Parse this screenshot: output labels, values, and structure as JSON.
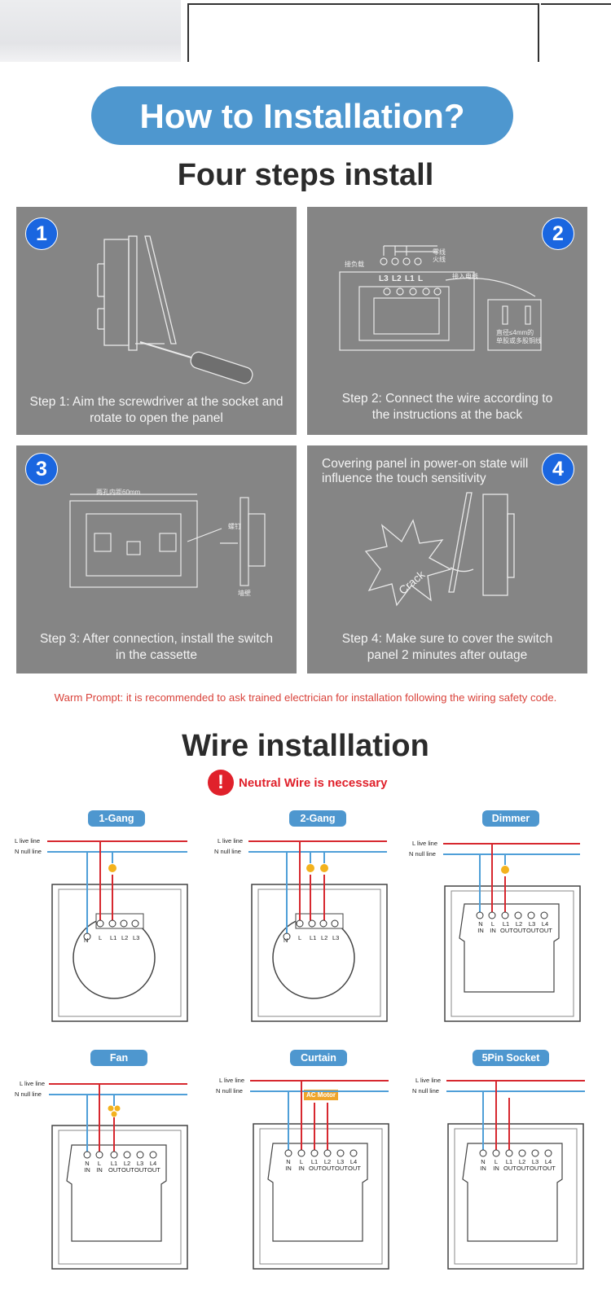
{
  "header": {
    "title": "How to Installation?",
    "subtitle": "Four steps install"
  },
  "steps": [
    {
      "number": "1",
      "text": "Step 1: Aim the screwdriver at the socket and\nrotate to open the panel"
    },
    {
      "number": "2",
      "text": "Step 2: Connect the wire according to\nthe instructions at the back"
    },
    {
      "number": "3",
      "text": "Step 3: After connection, install the switch\nin the cassette"
    },
    {
      "number": "4",
      "text": "Step 4: Make sure to cover the switch\npanel 2 minutes after outage",
      "note": "Covering panel in power-on state will\ninfluence the touch sensitivity",
      "crack_label": "Crack"
    }
  ],
  "step_figures": {
    "terminals": [
      "L3",
      "L2",
      "L1",
      "L"
    ],
    "wire_note": "接入电线",
    "wire_spec": "直径≤4mm的\n单股或多股铜线",
    "top_notes": [
      "零线",
      "火线"
    ],
    "load_note": "接负载",
    "size_note": "两孔内距60mm",
    "screw_note": "螺钉",
    "wall_note": "墙壁"
  },
  "warning": "Warm Prompt: it is recommended to ask trained electrician for installation following the wiring safety code.",
  "wire": {
    "title": "Wire installlation",
    "neutral_icon": "!",
    "neutral_text": "Neutral Wire is necessary",
    "live_label": "L live line",
    "neutral_label": "N null line",
    "motor_label": "AC Motor",
    "diagrams": [
      {
        "label": "1-Gang",
        "terminals": [
          "N",
          "L",
          "L1",
          "L2",
          "L3"
        ]
      },
      {
        "label": "2-Gang",
        "terminals": [
          "N",
          "L",
          "L1",
          "L2",
          "L3"
        ]
      },
      {
        "label": "Dimmer",
        "terminals": [
          "N\nIN",
          "L\nIN",
          "L1\nOUT",
          "L2\nOUT",
          "L3\nOUT",
          "L4\nOUT"
        ]
      },
      {
        "label": "Fan",
        "terminals": [
          "N\nIN",
          "L\nIN",
          "L1\nOUT",
          "L2\nOUT",
          "L3\nOUT",
          "L4\nOUT"
        ]
      },
      {
        "label": "Curtain",
        "terminals": [
          "N\nIN",
          "L\nIN",
          "L1\nOUT",
          "L2\nOUT",
          "L3\nOUT",
          "L4\nOUT"
        ]
      },
      {
        "label": "5Pin Socket",
        "terminals": [
          "N\nIN",
          "L\nIN",
          "L1\nOUT",
          "L2\nOUT",
          "L3\nOUT",
          "L4\nOUT"
        ]
      }
    ]
  },
  "colors": {
    "pill": "#4e97cf",
    "badge": "#1a66e0",
    "panel": "#858585",
    "warning": "#d9423a",
    "alert": "#e0212b",
    "live_wire": "#d7282f",
    "neutral_wire": "#4f9fd8",
    "bulb": "#f3b21d"
  }
}
